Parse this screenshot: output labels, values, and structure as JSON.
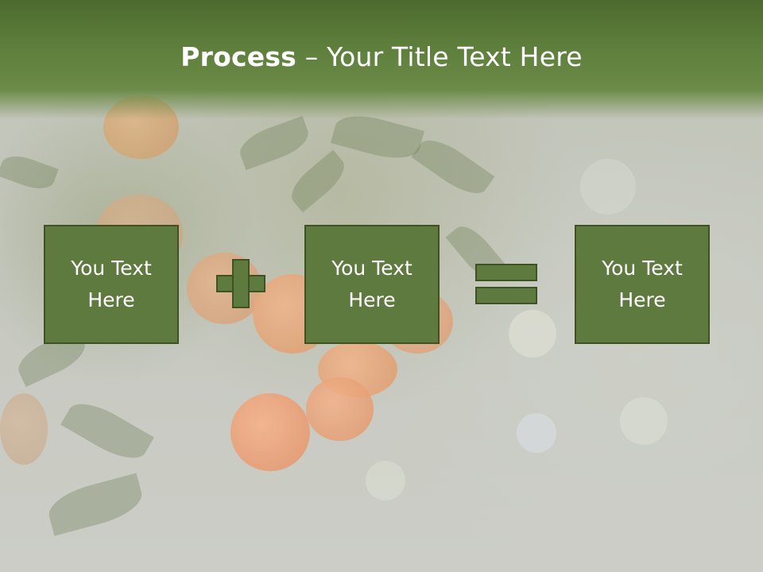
{
  "slide": {
    "title_bold": "Process",
    "title_rest": " – Your Title Text Here",
    "boxes": [
      {
        "label": "You Text Here"
      },
      {
        "label": "You Text Here"
      },
      {
        "label": "You Text Here"
      }
    ],
    "operators": [
      "plus",
      "equals"
    ]
  },
  "colors": {
    "title_bar": "#5e7f3c",
    "box_fill": "#5f7a3e",
    "box_border": "#3f5223",
    "text": "#ffffff"
  },
  "icons": {
    "plus": "plus-icon",
    "equals": "equals-icon"
  }
}
